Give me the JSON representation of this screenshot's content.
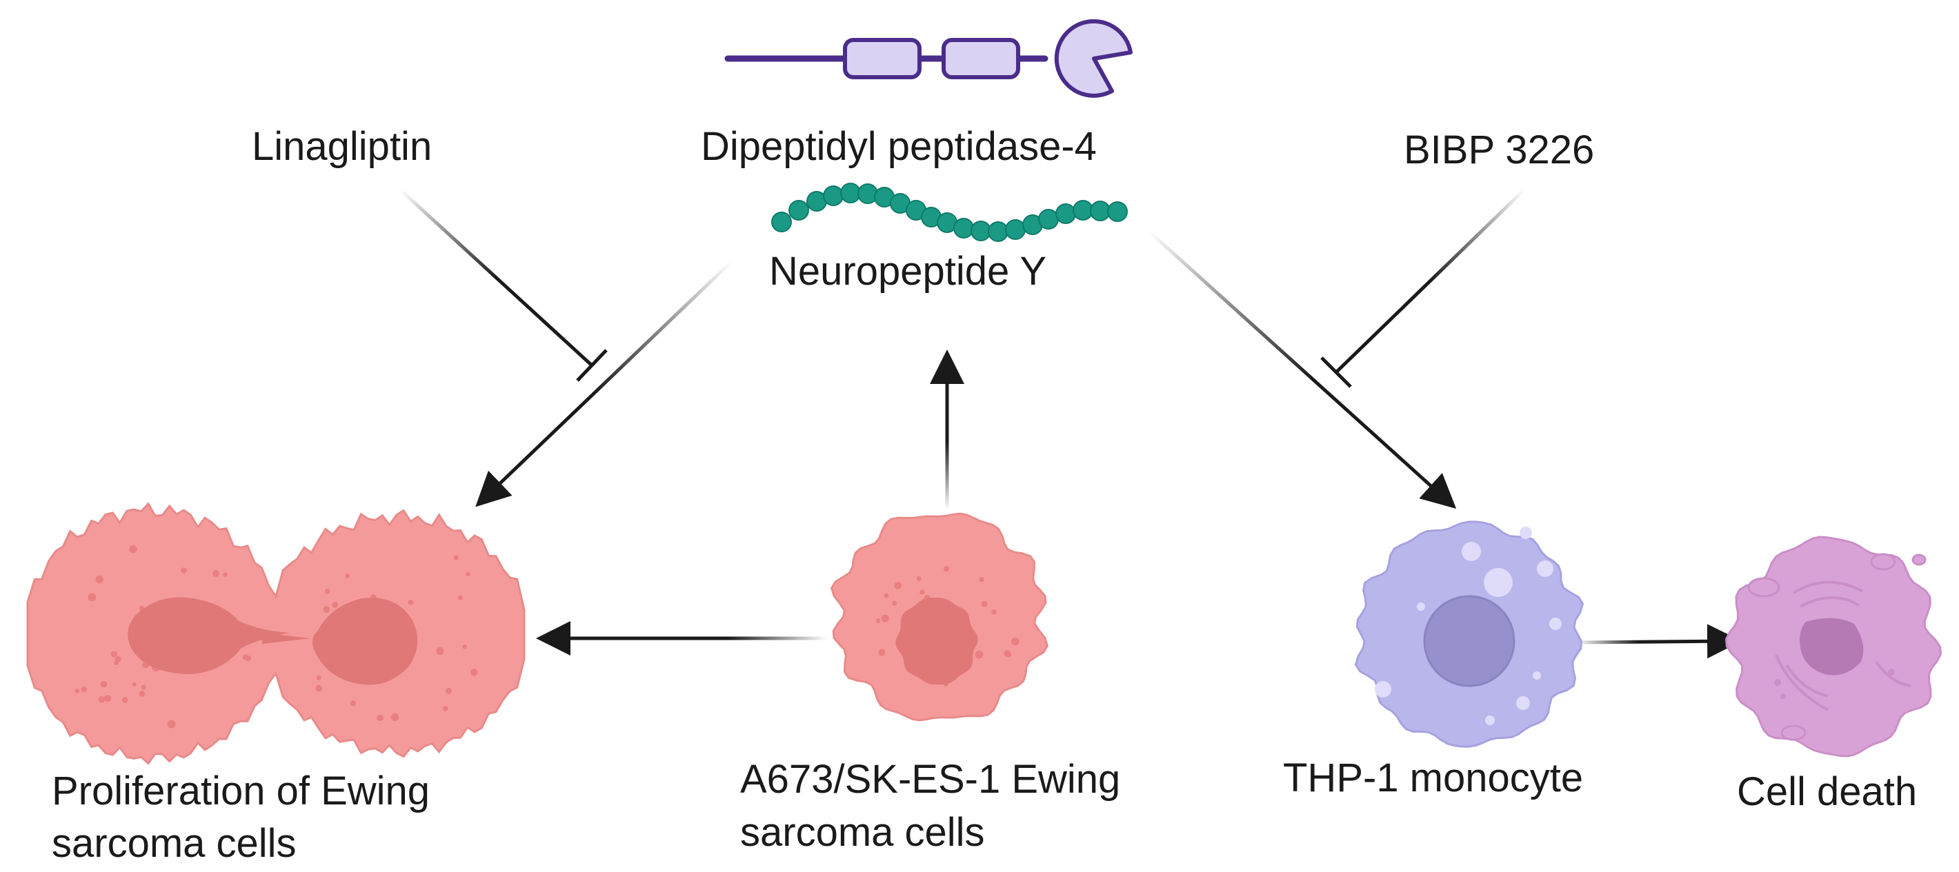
{
  "labels": {
    "dpp4": "Dipeptidyl peptidase-4",
    "npy": "Neuropeptide Y",
    "linagliptin": "Linagliptin",
    "bibp": "BIBP 3226",
    "proliferation_line1": "Proliferation of Ewing",
    "proliferation_line2": "sarcoma cells",
    "ewing_line1": "A673/SK-ES-1 Ewing",
    "ewing_line2": "sarcoma cells",
    "thp1": "THP-1 monocyte",
    "cell_death": "Cell death"
  },
  "colors": {
    "ewing_cell": "#f59a9a",
    "ewing_nucleus": "#e07878",
    "ewing_outline": "#e88a8a",
    "monocyte": "#b9b6ec",
    "monocyte_nucleus": "#9690cc",
    "dead_cell": "#d9a2d6",
    "dead_nucleus": "#b57ab3",
    "dpp4_fill": "#d9d2f2",
    "dpp4_stroke": "#4a2d8a",
    "npy_beads": "#1a9a85",
    "arrow": "#1a1a1a"
  }
}
